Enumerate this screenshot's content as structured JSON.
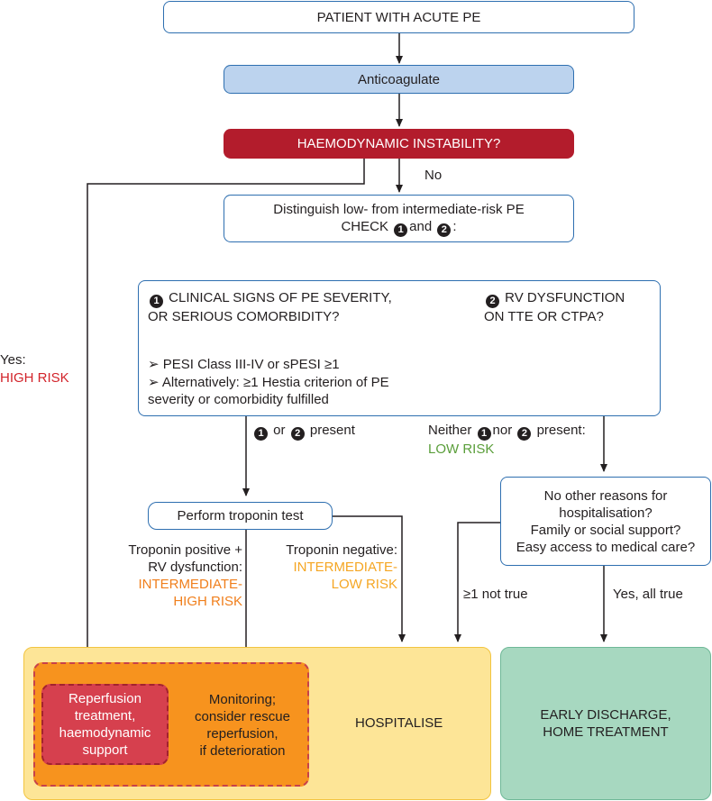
{
  "nodes": {
    "start": "PATIENT WITH ACUTE PE",
    "anticoagulate": "Anticoagulate",
    "instability": "HAEMODYNAMIC INSTABILITY?",
    "distinguish_line1": "Distinguish low- from intermediate-risk PE",
    "distinguish_line2_a": "CHECK",
    "distinguish_line2_b": "and",
    "distinguish_line2_c": ":",
    "check1_title_line1": "CLINICAL SIGNS OF PE SEVERITY,",
    "check1_title_line2": "OR SERIOUS COMORBIDITY?",
    "check2_title_line1": "RV DYSFUNCTION",
    "check2_title_line2": "ON TTE OR CTPA?",
    "check1_item1": "PESI Class III-IV or sPESI ≥1",
    "check1_item2_line1": "Alternatively: ≥1 Hestia criterion of PE",
    "check1_item2_line2": "severity or comorbidity fulfilled",
    "troponin": "Perform troponin test",
    "discharge_q_line1": "No other reasons for",
    "discharge_q_line2": "hospitalisation?",
    "discharge_q_line3": "Family or social support?",
    "discharge_q_line4": "Easy access to medical care?",
    "reperfusion_line1": "Reperfusion",
    "reperfusion_line2": "treatment,",
    "reperfusion_line3": "haemodynamic",
    "reperfusion_line4": "support",
    "monitoring_line1": "Monitoring;",
    "monitoring_line2": "consider rescue",
    "monitoring_line3": "reperfusion,",
    "monitoring_line4": "if deterioration",
    "hospitalise": "HOSPITALISE",
    "discharge_line1": "EARLY DISCHARGE,",
    "discharge_line2": "HOME TREATMENT"
  },
  "edges": {
    "no": "No",
    "yes": "Yes:",
    "high_risk": "HIGH RISK",
    "present_a": "or",
    "present_b": "present",
    "neither_a": "Neither",
    "neither_b": "nor",
    "neither_c": "present:",
    "low_risk": "LOW RISK",
    "trop_pos_line1": "Troponin positive +",
    "trop_pos_line2": "RV dysfunction:",
    "int_high_line1": "INTERMEDIATE-",
    "int_high_line2": "HIGH RISK",
    "trop_neg_line1": "Troponin negative:",
    "int_low_line1": "INTERMEDIATE-",
    "int_low_line2": "LOW RISK",
    "not_true": "≥1 not true",
    "all_true": "Yes, all true"
  },
  "markers": {
    "one": "1",
    "two": "2"
  },
  "colors": {
    "border_blue": "#2e6fb0",
    "anticoag_fill": "#bcd3ee",
    "instability_fill": "#b31c2c",
    "high_risk": "#d2232a",
    "low_risk": "#5a9e3a",
    "int_high": "#f07f1c",
    "int_low": "#f5a623",
    "hospitalise_fill": "#fde597",
    "orange_fill": "#f7931e",
    "reperfusion_fill": "#d6404e",
    "discharge_fill": "#a7d8c0"
  }
}
